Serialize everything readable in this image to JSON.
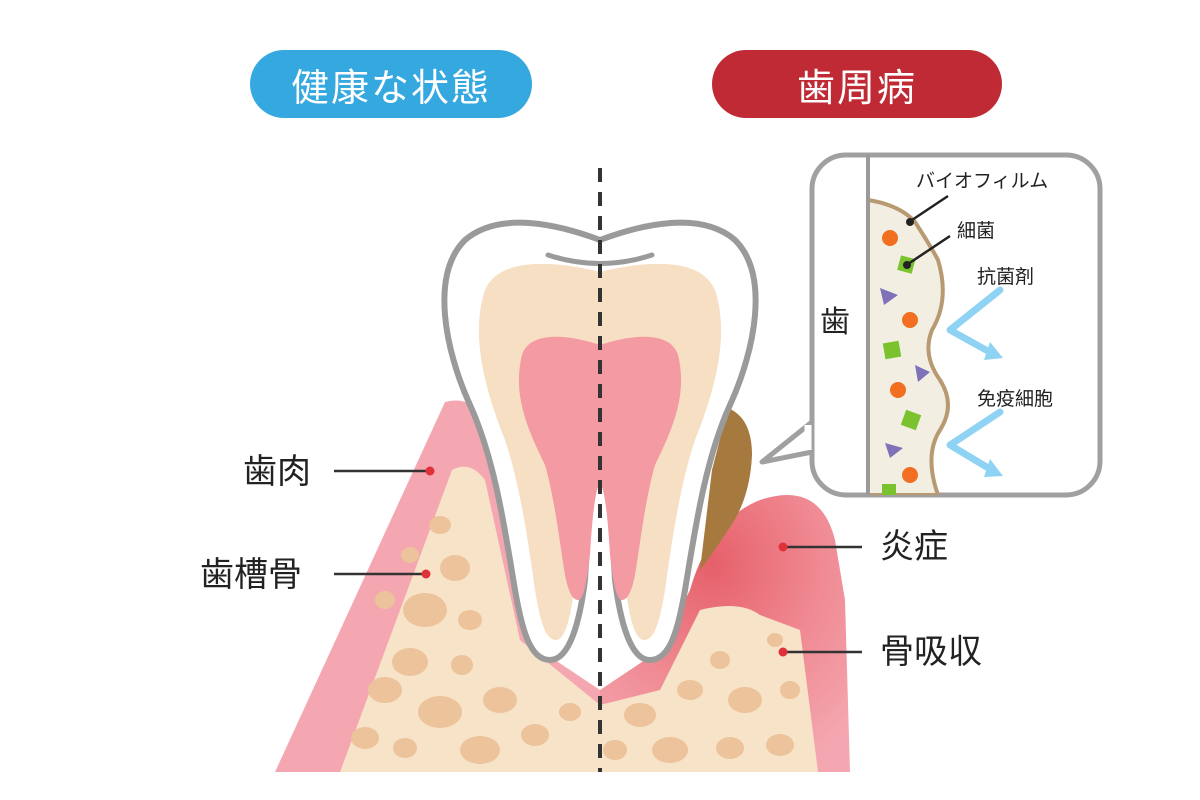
{
  "headers": {
    "healthy": "健康な状態",
    "disease": "歯周病"
  },
  "labels": {
    "gum": "歯肉",
    "alveolar_bone": "歯槽骨",
    "inflammation": "炎症",
    "bone_resorption": "骨吸収"
  },
  "inset": {
    "tooth": "歯",
    "biofilm": "バイオフィルム",
    "bacteria": "細菌",
    "antibacterial": "抗菌剤",
    "immune_cells": "免疫細胞"
  },
  "colors": {
    "healthy_accent": "#36a8e0",
    "disease_accent": "#bf2a34",
    "gum": "#f4a7b0",
    "bone": "#f7e3c8",
    "bone_spot": "#ecc39a",
    "inflammation": "#e6606a",
    "tartar": "#a67a3e",
    "arrow": "#8fd3f4"
  }
}
